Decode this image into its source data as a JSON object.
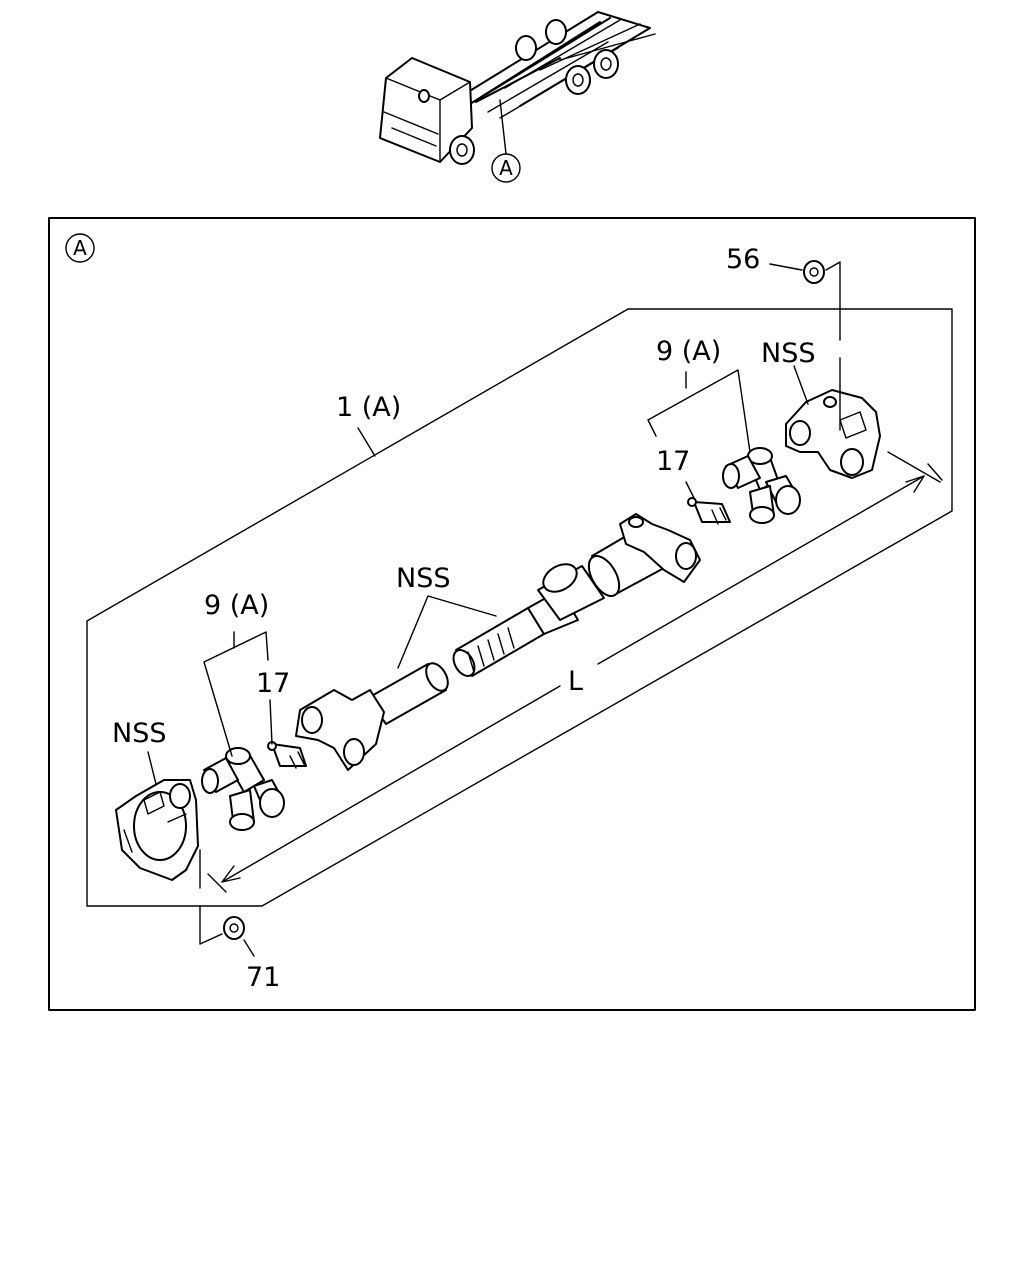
{
  "callout": {
    "letter": "A"
  },
  "frame": {
    "letter": "A"
  },
  "labels": {
    "nss_center": "NSS",
    "nss_right": "NSS",
    "nss_left": "NSS",
    "part_1": "1 (A)",
    "part_9_right": "9 (A)",
    "part_9_left": "9 (A)",
    "part_17_right": "17",
    "part_17_left": "17",
    "part_56": "56",
    "part_71": "71",
    "dim_L": "L"
  }
}
